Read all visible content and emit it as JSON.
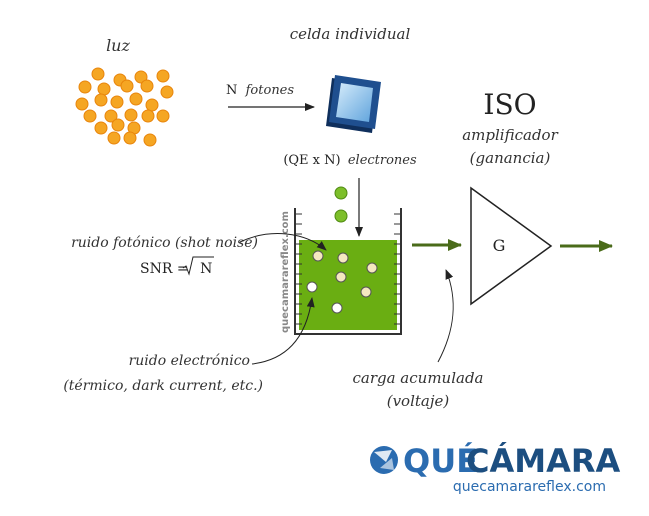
{
  "labels": {
    "luz": "luz",
    "celda": "celda individual",
    "fotones_n": "N",
    "fotones_word": "fotones",
    "qe_prefix": "(QE x N)",
    "qe_word": "electrones",
    "iso": "ISO",
    "amplificador": "amplificador",
    "ganancia": "(ganancia)",
    "gain_symbol": "G",
    "ruido_fotonico": "ruido fotónico (shot noise)",
    "snr_prefix": "SNR =",
    "snr_radicand": "N",
    "ruido_electronico": "ruido electrónico",
    "ruido_detalle": "(térmico, dark current, etc.)",
    "carga": "carga acumulada",
    "voltaje": "(voltaje)",
    "watermark": "quecamarareflex.com"
  },
  "logo": {
    "que": "QUÉ",
    "camara": "CÁMARA",
    "url": "quecamarareflex.com"
  },
  "colors": {
    "photon": "#f5a623",
    "photon_stroke": "#e8850c",
    "electron": "#7dbf2a",
    "liquid": "#6aae12",
    "arrow_green": "#4a6b1a",
    "sensor": "#1f4f8f",
    "logo_blue": "#2b6cb0",
    "logo_dark": "#1c4e80"
  }
}
